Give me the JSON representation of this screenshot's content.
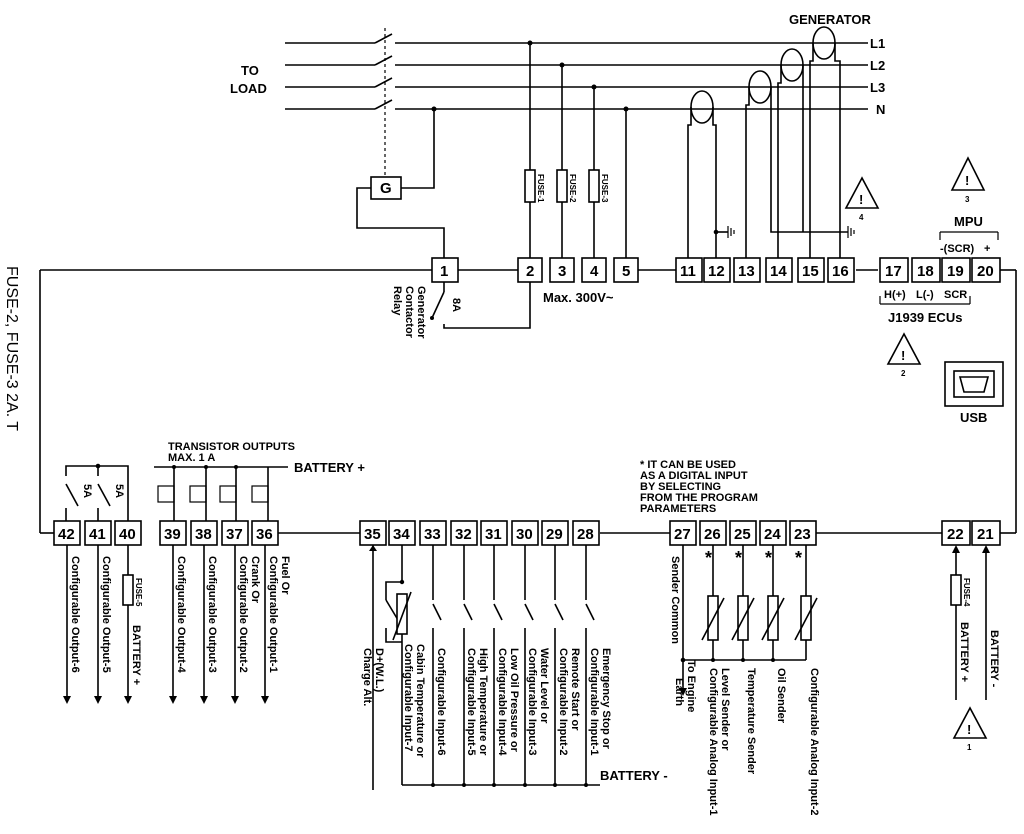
{
  "generator_label": "GENERATOR",
  "to_load": [
    "TO",
    "LOAD"
  ],
  "phase_lines": [
    "L1",
    "L2",
    "L3",
    "N"
  ],
  "g_label": "G",
  "fuse_labels": [
    "FUSE-1",
    "FUSE-2",
    "FUSE-3",
    "FUSE-4",
    "FUSE-5"
  ],
  "side_note": "FUSE-2, FUSE-3    2A. T",
  "contactor_label": [
    "Generator",
    "Contactor",
    "Relay"
  ],
  "relay_rating": "8A",
  "voltage_note": "Max. 300V~",
  "mpu_title": "MPU",
  "mpu_labels": [
    "-(SCR)",
    "+"
  ],
  "j1939_labels": [
    "H(+)",
    "L(-)",
    "SCR"
  ],
  "j1939_title": "J1939 ECUs",
  "usb_label": "USB",
  "warnings": [
    "1",
    "2",
    "3",
    "4"
  ],
  "warning_symbol": "!",
  "transistor_note": [
    "TRANSISTOR OUTPUTS",
    "MAX. 1 A"
  ],
  "battery_plus": "BATTERY +",
  "battery_minus": "BATTERY -",
  "relay_amp": "5A",
  "digital_note": [
    "* IT CAN BE USED",
    "AS A DIGITAL INPUT",
    "BY SELECTING",
    "FROM THE PROGRAM",
    "PARAMETERS"
  ],
  "asterisk": "*",
  "top_terminals": [
    "1",
    "2",
    "3",
    "4",
    "5",
    "11",
    "12",
    "13",
    "14",
    "15",
    "16",
    "17",
    "18",
    "19",
    "20"
  ],
  "bottom_terminals": [
    "42",
    "41",
    "40",
    "39",
    "38",
    "37",
    "36",
    "35",
    "34",
    "33",
    "32",
    "31",
    "30",
    "29",
    "28",
    "27",
    "26",
    "25",
    "24",
    "23",
    "22",
    "21"
  ],
  "bottom_labels": {
    "t42": [
      "Configurable Output-6"
    ],
    "t41": [
      "Configurable Output-5"
    ],
    "t40": [
      "BATTERY +"
    ],
    "t39": [
      "Configurable Output-4"
    ],
    "t38": [
      "Configurable Output-3"
    ],
    "t37": [
      "Crank Or",
      "Configurable Output-2"
    ],
    "t36": [
      "Fuel Or",
      "Configurable Output-1"
    ],
    "t35": [
      "D+(W.L.)",
      "Charge Alt."
    ],
    "t34": [
      "Cabin Temperature or",
      "Configurable Input-7"
    ],
    "t33": [
      "Configurable Input-6"
    ],
    "t32": [
      "High Temperature or",
      "Configurable Input-5"
    ],
    "t31": [
      "Low Oil Pressure or",
      "Configurable Input-4"
    ],
    "t30": [
      "Water Level or",
      "Configurable Input-3"
    ],
    "t29": [
      "Remote Start or",
      "Configurable Input-2"
    ],
    "t28": [
      "Emergency Stop or",
      "Configurable Input-1"
    ],
    "t27": [
      "Sender Common"
    ],
    "t27b": [
      "To Engine",
      "Earth"
    ],
    "t26": [
      "Level Sender or",
      "Configurable Analog Input-1"
    ],
    "t25": [
      "Temperature Sender"
    ],
    "t24": [
      "Oil Sender"
    ],
    "t23": [
      "Configurable Analog Input-2"
    ],
    "t22": [
      "BATTERY +"
    ],
    "t21": [
      "BATTERY -"
    ]
  }
}
